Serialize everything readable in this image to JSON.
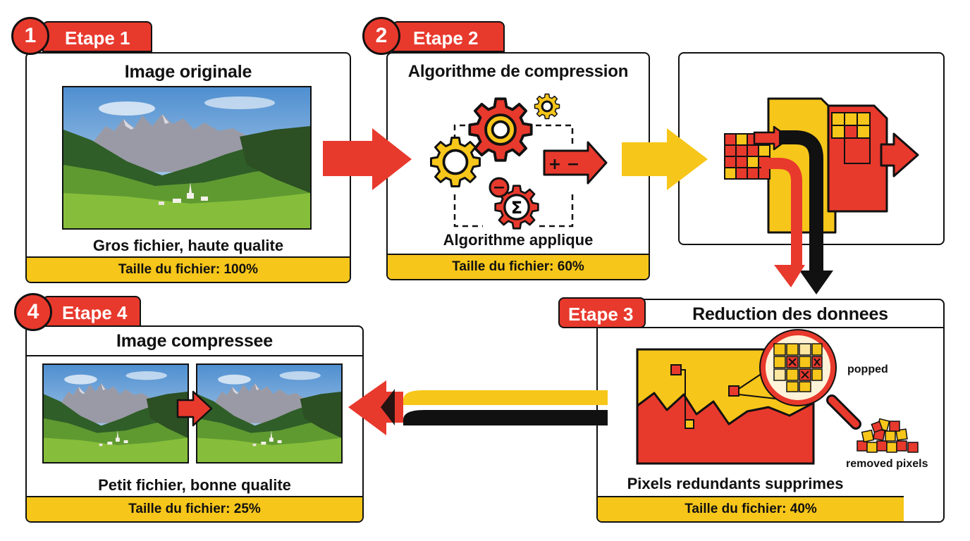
{
  "steps": {
    "step1": {
      "number": "1",
      "tab": "Etape 1",
      "title": "Image originale",
      "caption": "Gros fichier, haute qualite",
      "size": "Taille du fichier: 100%"
    },
    "step2": {
      "number": "2",
      "tab": "Etape 2",
      "title": "Algorithme de compression",
      "caption": "Algorithme applique",
      "size": "Taille du fichier: 60%",
      "gear_symbols": {
        "plus_minus": "+ −",
        "minus": "−",
        "sigma": "Σ"
      }
    },
    "step3": {
      "tab": "Etape 3",
      "title": "Reduction des donnees",
      "caption": "Pixels redundants supprimes",
      "size": "Taille du fichier: 40%",
      "label_popped": "popped",
      "label_removed": "removed pixels"
    },
    "step4": {
      "number": "4",
      "tab": "Etape 4",
      "title": "Image compressee",
      "caption": "Petit fichier, bonne qualite",
      "size": "Taille du fichier: 25%"
    }
  },
  "colors": {
    "red": "#e8392d",
    "yellow": "#f7c61a",
    "black": "#111111"
  },
  "icons": [
    "landscape-photo",
    "gear-icon",
    "arrow-right",
    "arrow-left",
    "magnifier-icon",
    "pixel-grid",
    "document-icon"
  ]
}
